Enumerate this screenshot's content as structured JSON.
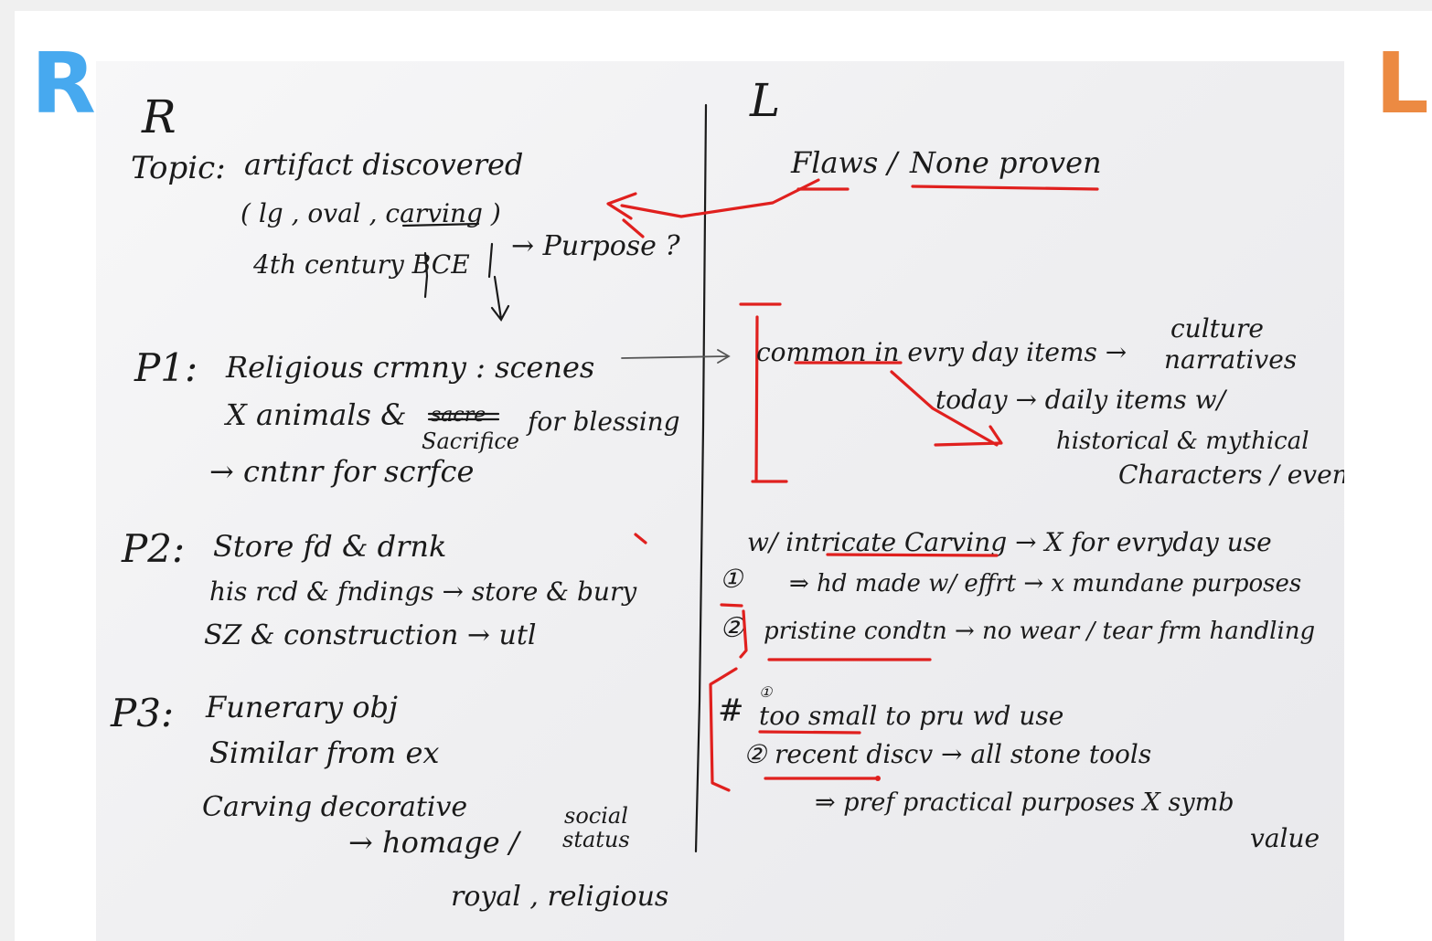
{
  "corner_labels": {
    "left": "R",
    "right": "L"
  },
  "left_column": {
    "header": "R",
    "topic_label": "Topic:",
    "topic_line1": "artifact discovered",
    "topic_line2": "( lg , oval , carving )",
    "topic_line3": "4th century BCE",
    "purpose": "→ Purpose ?",
    "p1_label": "P1:",
    "p1_line1": "Religious crmny : scenes",
    "p1_line2a": "X animals &",
    "p1_struck": "sacre",
    "p1_sacrifice": "Sacrifice",
    "p1_line2b": "for blessing",
    "p1_line3": "→ cntnr for scrfce",
    "p2_label": "P2:",
    "p2_line1": "Store fd & drnk",
    "p2_line2": "his rcd & fndings → store & bury",
    "p2_line3": "SZ & construction → utl",
    "p3_label": "P3:",
    "p3_line1": "Funerary obj",
    "p3_line2": "Similar from ex",
    "p3_line3": "Carving decorative",
    "p3_line4": "→ homage /",
    "p3_social": "social",
    "p3_status": "status",
    "p3_line5": "royal , religious"
  },
  "right_column": {
    "header": "L",
    "flaws": "Flaws /",
    "none_proven": "None proven",
    "common_line": "common in evry day items →",
    "culture": "culture",
    "narratives": "narratives",
    "today_line": "today → daily items w/",
    "historical": "historical & mythical",
    "characters": "Characters / events",
    "intricate_line": "w/ intricate Carving → X for evryday use",
    "num1": "①",
    "hd_made": "⇒ hd made w/ effrt → x mundane purposes",
    "num2": "②",
    "pristine": "pristine condtn → no wear / tear frm handling",
    "hash": "#",
    "too_small": "too small to pru wd use",
    "recent": "② recent discv → all stone tools",
    "pref": "⇒ pref practical purposes X symb",
    "value": "value"
  },
  "colors": {
    "annotation_red": "#e0201e",
    "ink": "#1a1a1a",
    "accent_blue": "#47a9ef",
    "accent_orange": "#ec8a42"
  }
}
